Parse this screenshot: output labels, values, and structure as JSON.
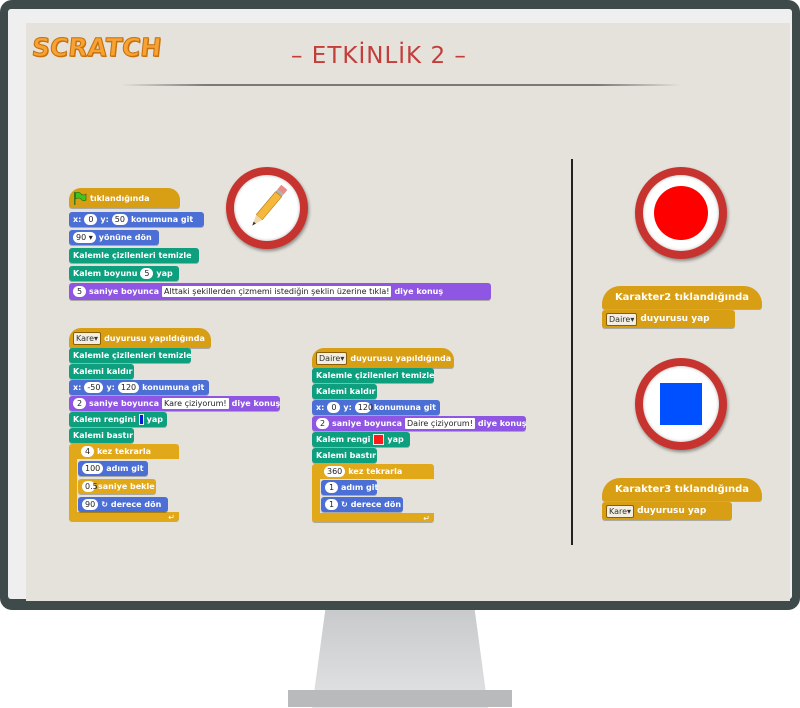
{
  "header": {
    "logo_text": "SCRATCH",
    "title": "– ETKİNLİK 2 –"
  },
  "colors": {
    "motion": "#4b6fd4",
    "pen": "#0e9f7e",
    "looks": "#8f56e3",
    "control": "#e1a91a",
    "title_red": "#c33d3a",
    "stop_red": "#ff0000",
    "square_blue": "#0050ff",
    "pen_color_square": "#0a1ad8",
    "pen_color_circle": "#ff1a1a"
  },
  "script1": {
    "hat": "tıklandığında",
    "goto_x_label": "x:",
    "goto_x": "0",
    "goto_y_label": "y:",
    "goto_y": "50",
    "goto_suffix": "konumuna git",
    "dir_value": "90",
    "dir_suffix": "yönüne dön",
    "clear": "Kalemle çizilenleri temizle",
    "pen_size_label": "Kalem boyunu",
    "pen_size": "5",
    "pen_size_suffix": "yap",
    "say_secs": "5",
    "say_label": "saniye boyunca",
    "say_text": "Alttaki şekillerden çizmemi istediğin şeklin üzerine tıkla!",
    "say_suffix": "diye konuş"
  },
  "script2": {
    "hat_msg": "Kare",
    "hat_suffix": "duyurusu yapıldığında",
    "clear": "Kalemle çizilenleri temizle",
    "pen_up": "Kalemi kaldır",
    "goto_x_label": "x:",
    "goto_x": "-50",
    "goto_y_label": "y:",
    "goto_y": "120",
    "goto_suffix": "konumuna git",
    "say_secs": "2",
    "say_label": "saniye boyunca",
    "say_text": "Kare çiziyorum!",
    "say_suffix": "diye konuş",
    "pen_color_label": "Kalem rengini",
    "pen_color_suffix": "yap",
    "pen_down": "Kalemi bastır",
    "repeat_count": "4",
    "repeat_label": "kez tekrarla",
    "move_steps": "100",
    "move_label": "adım git",
    "wait_secs": "0.5",
    "wait_label": "saniye bekle",
    "turn_deg": "90",
    "turn_label": "derece dön"
  },
  "script3": {
    "hat_msg": "Daire",
    "hat_suffix": "duyurusu yapıldığında",
    "clear": "Kalemle çizilenleri temizle",
    "pen_up": "Kalemi kaldır",
    "goto_x_label": "x:",
    "goto_x": "0",
    "goto_y_label": "y:",
    "goto_y": "120",
    "goto_suffix": "konumuna git",
    "say_secs": "2",
    "say_label": "saniye boyunca",
    "say_text": "Daire çiziyorum!",
    "say_suffix": "diye konuş",
    "pen_color_label": "Kalem rengi",
    "pen_color_suffix": "yap",
    "pen_down": "Kalemi bastır",
    "repeat_count": "360",
    "repeat_label": "kez tekrarla",
    "move_steps": "1",
    "move_label": "adım git",
    "turn_deg": "1",
    "turn_label": "derece dön"
  },
  "sprite2": {
    "hat": "Karakter2 tıklandığında",
    "msg": "Daire",
    "suffix": "duyurusu yap"
  },
  "sprite3": {
    "hat": "Karakter3 tıklandığında",
    "msg": "Kare",
    "suffix": "duyurusu yap"
  },
  "icons": [
    "green-flag-icon",
    "pencil-icon",
    "turn-right-icon",
    "dropdown-arrow-icon",
    "loop-arrow-icon"
  ]
}
